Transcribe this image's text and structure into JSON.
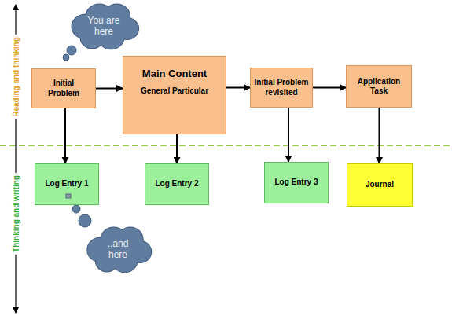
{
  "diagram": {
    "nodes": [
      {
        "text": [
          "You are here"
        ]
      },
      {
        "text": [
          "Initial Problem"
        ]
      },
      {
        "text": [
          "Main Content",
          "General Particular"
        ]
      },
      {
        "text": [
          "Initial Problem revisited"
        ]
      },
      {
        "text": [
          "Application Task"
        ]
      },
      {
        "text": [
          "Log Entry 1"
        ]
      },
      {
        "text": [
          "Log Entry 2"
        ]
      },
      {
        "text": [
          "Log Entry 3"
        ]
      },
      {
        "text": [
          "Journal"
        ]
      },
      {
        "text": [
          "..and here"
        ]
      }
    ],
    "edges": [
      {
        "from": 1,
        "to": 2,
        "arrow": "to"
      },
      {
        "from": 2,
        "to": 3,
        "arrow": "to"
      },
      {
        "from": 3,
        "to": 4,
        "arrow": "to"
      },
      {
        "from": 1,
        "to": 5,
        "arrow": "to"
      },
      {
        "from": 2,
        "to": 6,
        "arrow": "to"
      },
      {
        "from": 3,
        "to": 7,
        "arrow": "to"
      },
      {
        "from": 4,
        "to": 8,
        "arrow": "to"
      }
    ],
    "labels": [
      "Reading and thinking",
      "Thinking and writing"
    ]
  }
}
